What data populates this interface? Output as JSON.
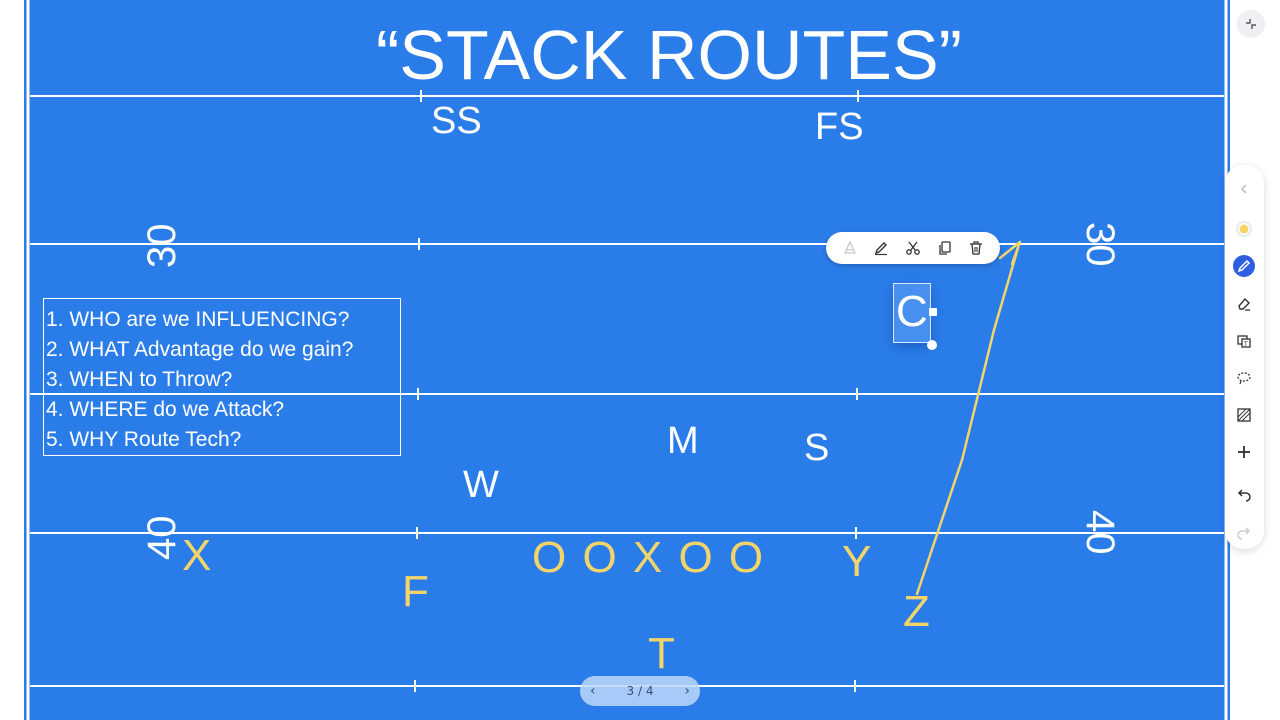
{
  "slide": {
    "title": "“STACK ROUTES”",
    "yard_numbers": {
      "left_top": "30",
      "left_bottom": "40",
      "right_top": "30",
      "right_bottom": "40"
    },
    "questions": [
      "1. WHO are we INFLUENCING?",
      "2. WHAT Advantage do we gain?",
      "3. WHEN to Throw?",
      "4. WHERE do we Attack?",
      "5. WHY Route Tech?"
    ],
    "defense": {
      "ss": "SS",
      "fs": "FS",
      "m": "M",
      "s": "S",
      "w": "W",
      "c": "C"
    },
    "offense": {
      "x": "X",
      "line": "O O X O O",
      "y": "Y",
      "f": "F",
      "z": "Z",
      "t": "T"
    }
  },
  "pager": {
    "prev": "‹",
    "label": "3 / 4",
    "next": "›"
  },
  "colors": {
    "field": "#2a7de9",
    "lines": "#ffffff",
    "offense": "#f3d46a",
    "route": "#f3d46a"
  },
  "context_toolbar": {
    "icons": [
      "fill-icon",
      "pen-icon",
      "cut-icon",
      "copy-icon",
      "delete-icon"
    ]
  },
  "right_toolbar": {
    "icons": [
      "collapse-chevron-icon",
      "highlighter-color-icon",
      "pen-icon",
      "eraser-icon",
      "text-box-icon",
      "lasso-icon",
      "shapes-icon",
      "add-icon",
      "undo-icon",
      "redo-icon"
    ]
  },
  "top_right": {
    "icon": "minimize-icon"
  }
}
